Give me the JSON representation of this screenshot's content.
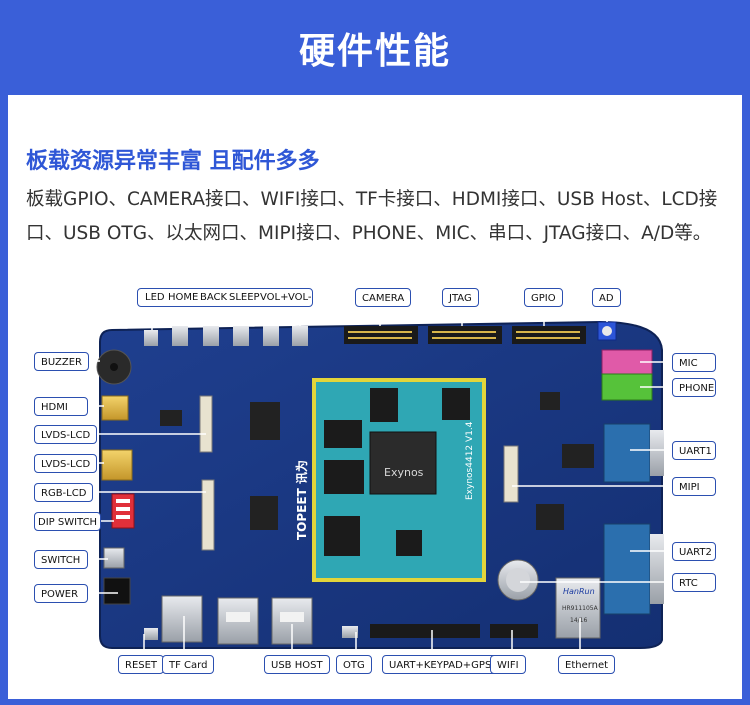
{
  "header": {
    "title": "硬件性能"
  },
  "content": {
    "subtitle": "板载资源异常丰富 且配件多多",
    "description": "板载GPIO、CAMERA接口、WIFI接口、TF卡接口、HDMI接口、USB Host、LCD接口、USB OTG、以太网口、MIPI接口、PHONE、MIC、串口、JTAG接口、A/D等。"
  },
  "board": {
    "brand": "TOPEET 讯为",
    "module": "Exynos4412 V1.4",
    "chip": "Exynos",
    "ethernet_jack_brand": "HanRun",
    "ethernet_jack_model": "HR911105A",
    "ethernet_jack_date": "14/16"
  },
  "labels": {
    "buttons": [
      "LED",
      "HOME",
      "BACK",
      "SLEEP",
      "VOL+",
      "VOL-"
    ],
    "camera": "CAMERA",
    "jtag": "JTAG",
    "gpio": "GPIO",
    "ad": "AD",
    "buzzer": "BUZZER",
    "hdmi": "HDMI",
    "lvds_lcd_1": "LVDS-LCD",
    "lvds_lcd_2": "LVDS-LCD",
    "rgb_lcd": "RGB-LCD",
    "dip_switch": "DIP SWITCH",
    "switch": "SWITCH",
    "power": "POWER",
    "mic": "MIC",
    "phone": "PHONE",
    "uart1": "UART1",
    "mipi": "MIPI",
    "uart2": "UART2",
    "rtc": "RTC",
    "reset": "RESET",
    "tf_card": "TF Card",
    "usb_host": "USB HOST",
    "otg": "OTG",
    "uart_keypad_gps": "UART+KEYPAD+GPS",
    "wifi": "WIFI",
    "ethernet": "Ethernet"
  }
}
